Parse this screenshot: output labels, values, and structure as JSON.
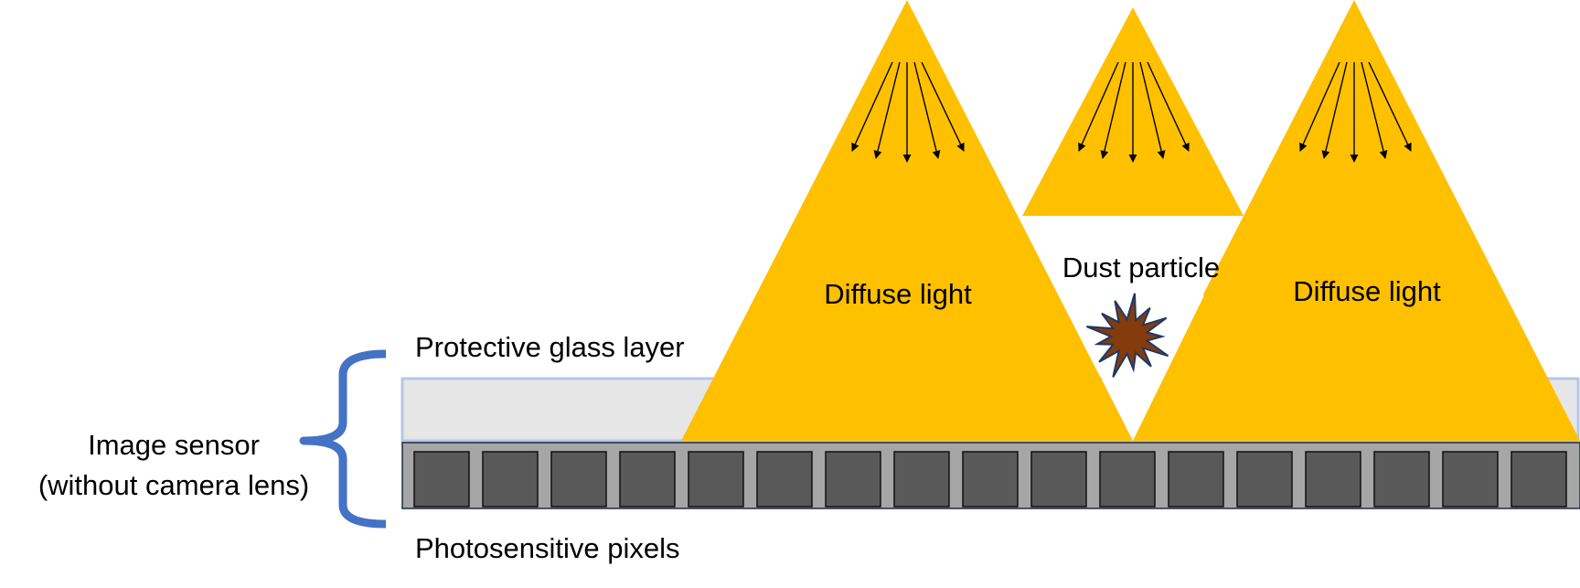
{
  "labels": {
    "image_sensor_line1": "Image sensor",
    "image_sensor_line2": "(without camera lens)",
    "protective_glass": "Protective glass layer",
    "photosensitive_pixels": "Photosensitive pixels",
    "diffuse_light_left": "Diffuse light",
    "diffuse_light_right": "Diffuse light",
    "dust_particle": "Dust particle"
  },
  "pixel_count": 17,
  "colors": {
    "light": "#FFC000",
    "glass_fill": "#E7E6E6",
    "glass_border": "#B4C7E7",
    "sensor_base": "#A6A6A6",
    "pixel": "#595959",
    "brace": "#4472C4",
    "dust": "#843C0C",
    "dust_outline": "#1F3864"
  }
}
